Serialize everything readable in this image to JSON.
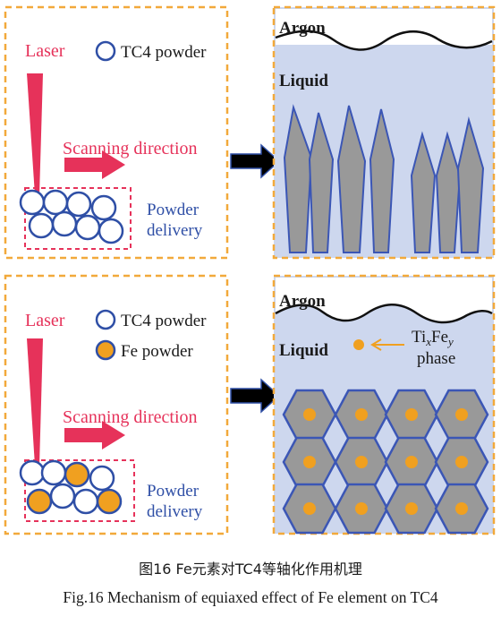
{
  "top": {
    "laser": "Laser",
    "tc4_powder": "TC4 powder",
    "scanning_direction": "Scanning direction",
    "powder_delivery_1": "Powder",
    "powder_delivery_2": "delivery",
    "argon": "Argon",
    "liquid": "Liquid"
  },
  "bottom": {
    "laser": "Laser",
    "tc4_powder": "TC4 powder",
    "fe_powder": "Fe powder",
    "scanning_direction": "Scanning direction",
    "powder_delivery_1": "Powder",
    "powder_delivery_2": "delivery",
    "argon": "Argon",
    "liquid": "Liquid",
    "phase_ti": "Ti",
    "phase_x": "x",
    "phase_fe": "Fe",
    "phase_y": "y",
    "phase_word": "phase"
  },
  "caption": {
    "cn": "图16  Fe元素对TC4等轴化作用机理",
    "en": "Fig.16  Mechanism of equiaxed effect of Fe element on TC4"
  },
  "colors": {
    "panel_border": "#f2a93b",
    "left_bg": "#ffffff",
    "right_bg": "#cdd7ee",
    "laser": "#e6325a",
    "text_red": "#e6325a",
    "text_blue": "#2f4fa6",
    "circle_blue": "#2f4fa6",
    "fe_orange": "#f0a020",
    "grain_gray": "#999999",
    "grain_edge": "#3b56b5"
  }
}
